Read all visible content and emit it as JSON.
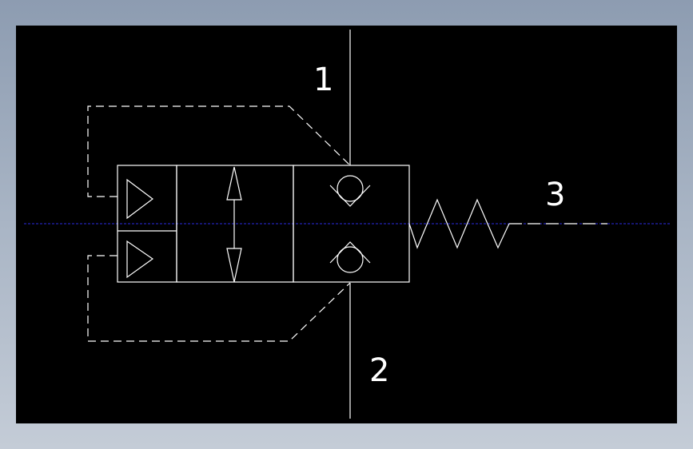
{
  "colors": {
    "background": "#000000",
    "line": "#ffffff",
    "centerline": "#2a2ae0",
    "frame_top": "#8d9cb1",
    "frame_bottom": "#c4ccd7"
  },
  "ports": {
    "port_1": "1",
    "port_2": "2",
    "port_3": "3"
  },
  "icons": [
    "pilot-triangle-icon",
    "double-arrow-icon",
    "check-valve-icon",
    "spring-icon"
  ]
}
